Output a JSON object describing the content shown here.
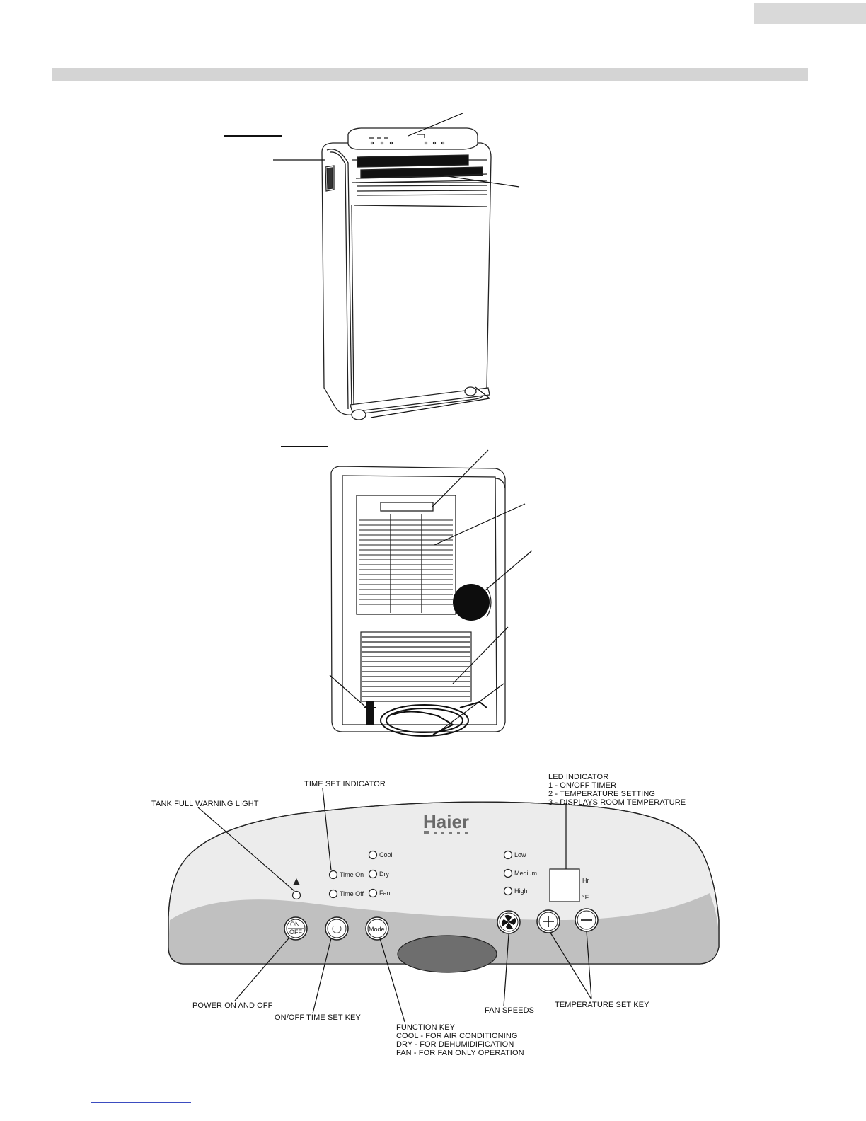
{
  "panel": {
    "brand": "Haier",
    "indicators": {
      "mode_cool": "Cool",
      "mode_dry": "Dry",
      "mode_fan": "Fan",
      "time_on": "Time On",
      "time_off": "Time Off",
      "fan_low": "Low",
      "fan_medium": "Medium",
      "fan_high": "High",
      "display_hr": "Hr",
      "display_deg": "°F"
    },
    "keys": {
      "on_label": "ON",
      "off_label": "OFF",
      "mode_label": "Mode"
    }
  },
  "callouts": {
    "time_set_indicator": "TIME SET INDICATOR",
    "tank_full_warning": "TANK FULL WARNING LIGHT",
    "led_indicator": [
      "LED INDICATOR",
      "1 - ON/OFF TIMER",
      "2 - TEMPERATURE SETTING",
      "3 - DISPLAYS ROOM TEMPERATURE"
    ],
    "power_on_off": "POWER ON AND OFF",
    "time_set_key": "ON/OFF TIME SET KEY",
    "function_key": [
      "FUNCTION KEY",
      "COOL - FOR AIR CONDITIONING",
      "DRY - FOR DEHUMIDIFICATION",
      "FAN - FOR FAN ONLY OPERATION"
    ],
    "fan_speeds": "FAN SPEEDS",
    "temperature_set_key": "TEMPERATURE SET KEY"
  }
}
